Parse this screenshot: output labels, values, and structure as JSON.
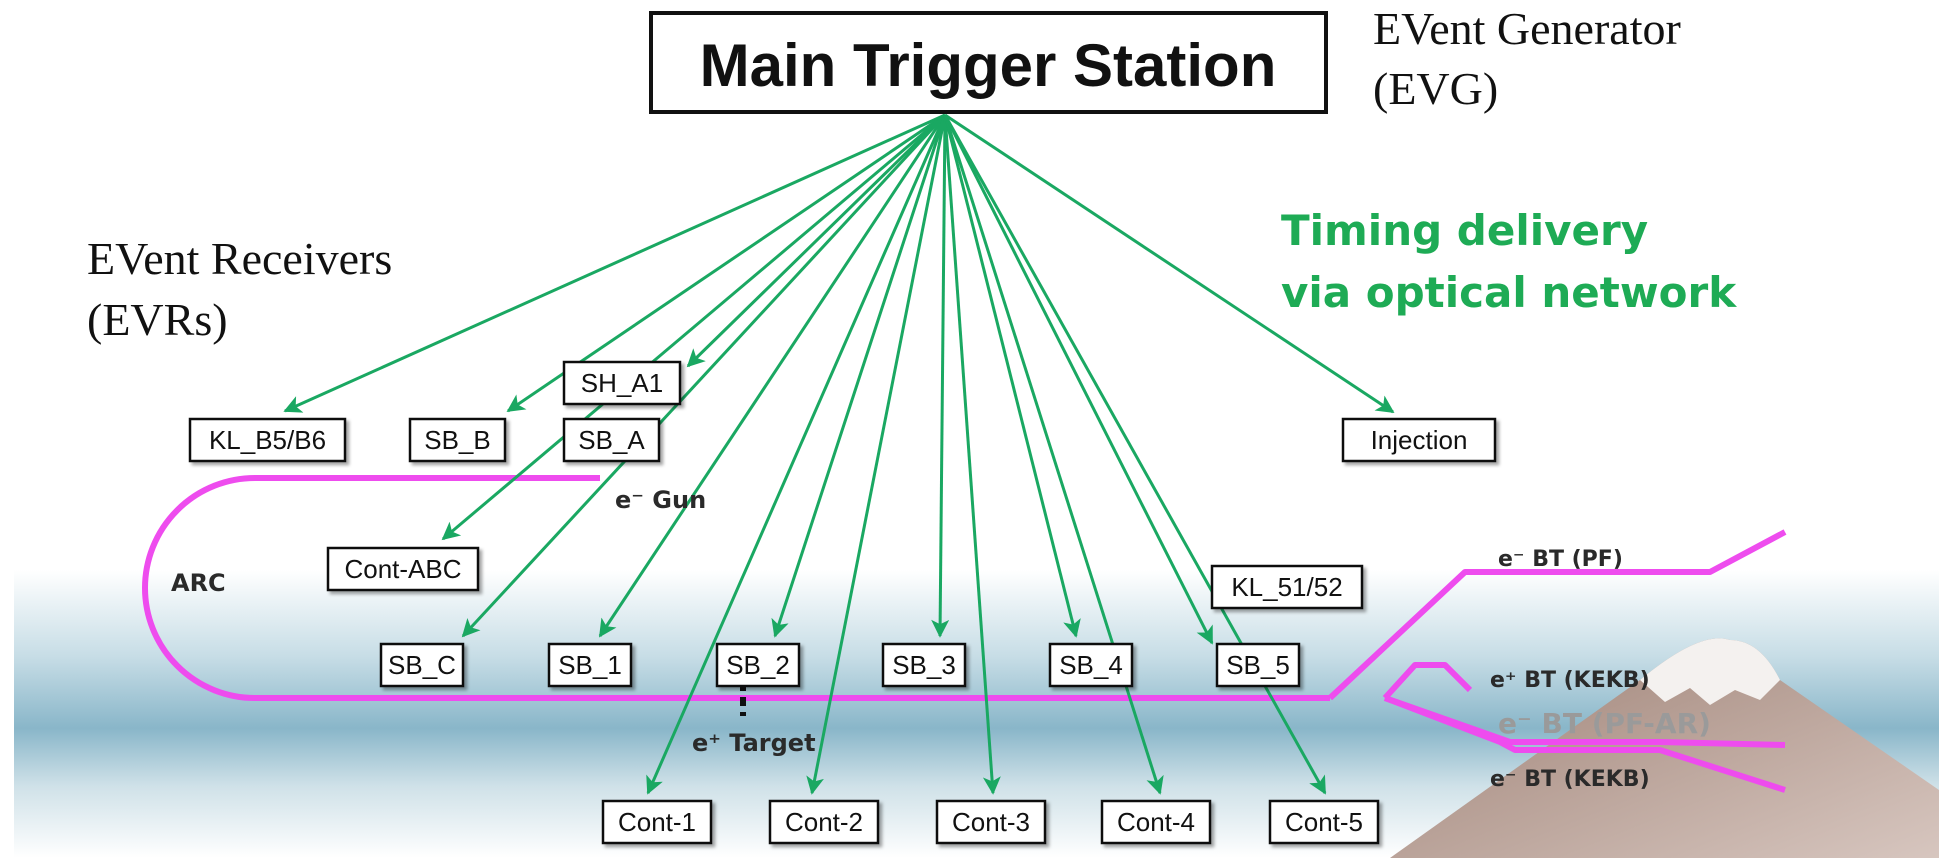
{
  "colors": {
    "arrow": "#1aa862",
    "beamline": "#ee4cee",
    "box_border": "#111111",
    "heading_green": "#1eab55",
    "sea_top": "#ffffff",
    "sea_mid": "#c7dde6",
    "sea_bottom": "#89b6c9",
    "mountain": "#8a6e63",
    "snow": "#f4f1ef",
    "faded_label": "#9a9a9a",
    "label": "#2a2a2a"
  },
  "main_station": {
    "label": "Main Trigger Station"
  },
  "evg": {
    "line1": "EVent Generator",
    "line2": "(EVG)"
  },
  "evr": {
    "line1": "EVent Receivers",
    "line2": "(EVRs)"
  },
  "timing": {
    "line1": "Timing delivery",
    "line2": "via optical network"
  },
  "nodes": {
    "kl_b5b6": "KL_B5/B6",
    "sb_b": "SB_B",
    "sh_a1": "SH_A1",
    "sb_a": "SB_A",
    "injection": "Injection",
    "cont_abc": "Cont-ABC",
    "kl_5152": "KL_51/52",
    "sb_c": "SB_C",
    "sb_1": "SB_1",
    "sb_2": "SB_2",
    "sb_3": "SB_3",
    "sb_4": "SB_4",
    "sb_5": "SB_5",
    "cont_1": "Cont-1",
    "cont_2": "Cont-2",
    "cont_3": "Cont-3",
    "cont_4": "Cont-4",
    "cont_5": "Cont-5"
  },
  "beam_labels": {
    "e_gun": "e⁻ Gun",
    "arc": "ARC",
    "e_target": "e⁺ Target",
    "bt_pf": "e⁻ BT (PF)",
    "bt_kekb_pos": "e⁺ BT (KEKB)",
    "bt_pfar": "e⁻ BT (PF-AR)",
    "bt_kekb_neg": "e⁻ BT (KEKB)"
  }
}
